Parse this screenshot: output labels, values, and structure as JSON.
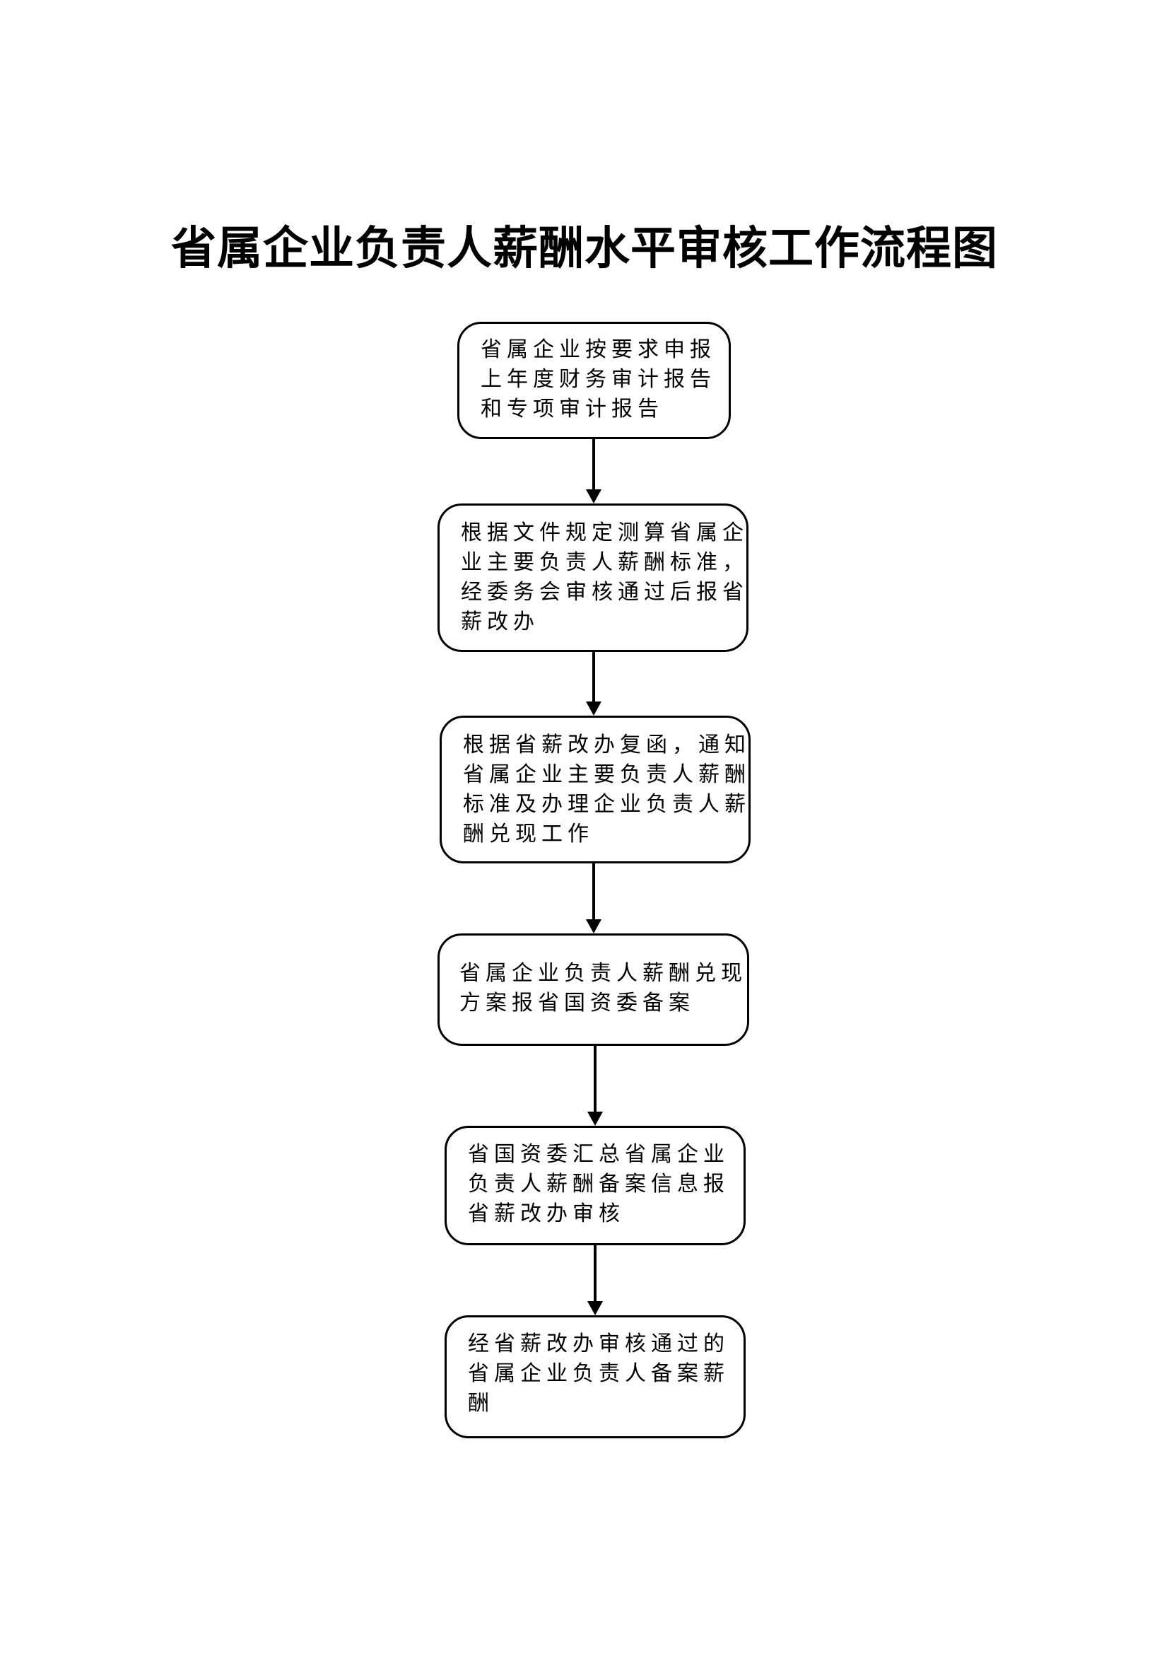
{
  "title": "省属企业负责人薪酬水平审核工作流程图",
  "steps": [
    {
      "lines": [
        "省属企业按要求申报",
        "上年度财务审计报告",
        "和专项审计报告"
      ]
    },
    {
      "lines": [
        "根据文件规定测算省属企",
        "业主要负责人薪酬标准，",
        "经委务会审核通过后报省",
        "薪改办"
      ]
    },
    {
      "lines": [
        "根据省薪改办复函，通知",
        "省属企业主要负责人薪酬",
        "标准及办理企业负责人薪",
        "酬兑现工作"
      ]
    },
    {
      "lines": [
        "省属企业负责人薪酬兑现",
        "方案报省国资委备案"
      ]
    },
    {
      "lines": [
        "省国资委汇总省属企业",
        "负责人薪酬备案信息报",
        "省薪改办审核"
      ]
    },
    {
      "lines": [
        "经省薪改办审核通过的",
        "省属企业负责人备案薪",
        "酬"
      ]
    }
  ]
}
